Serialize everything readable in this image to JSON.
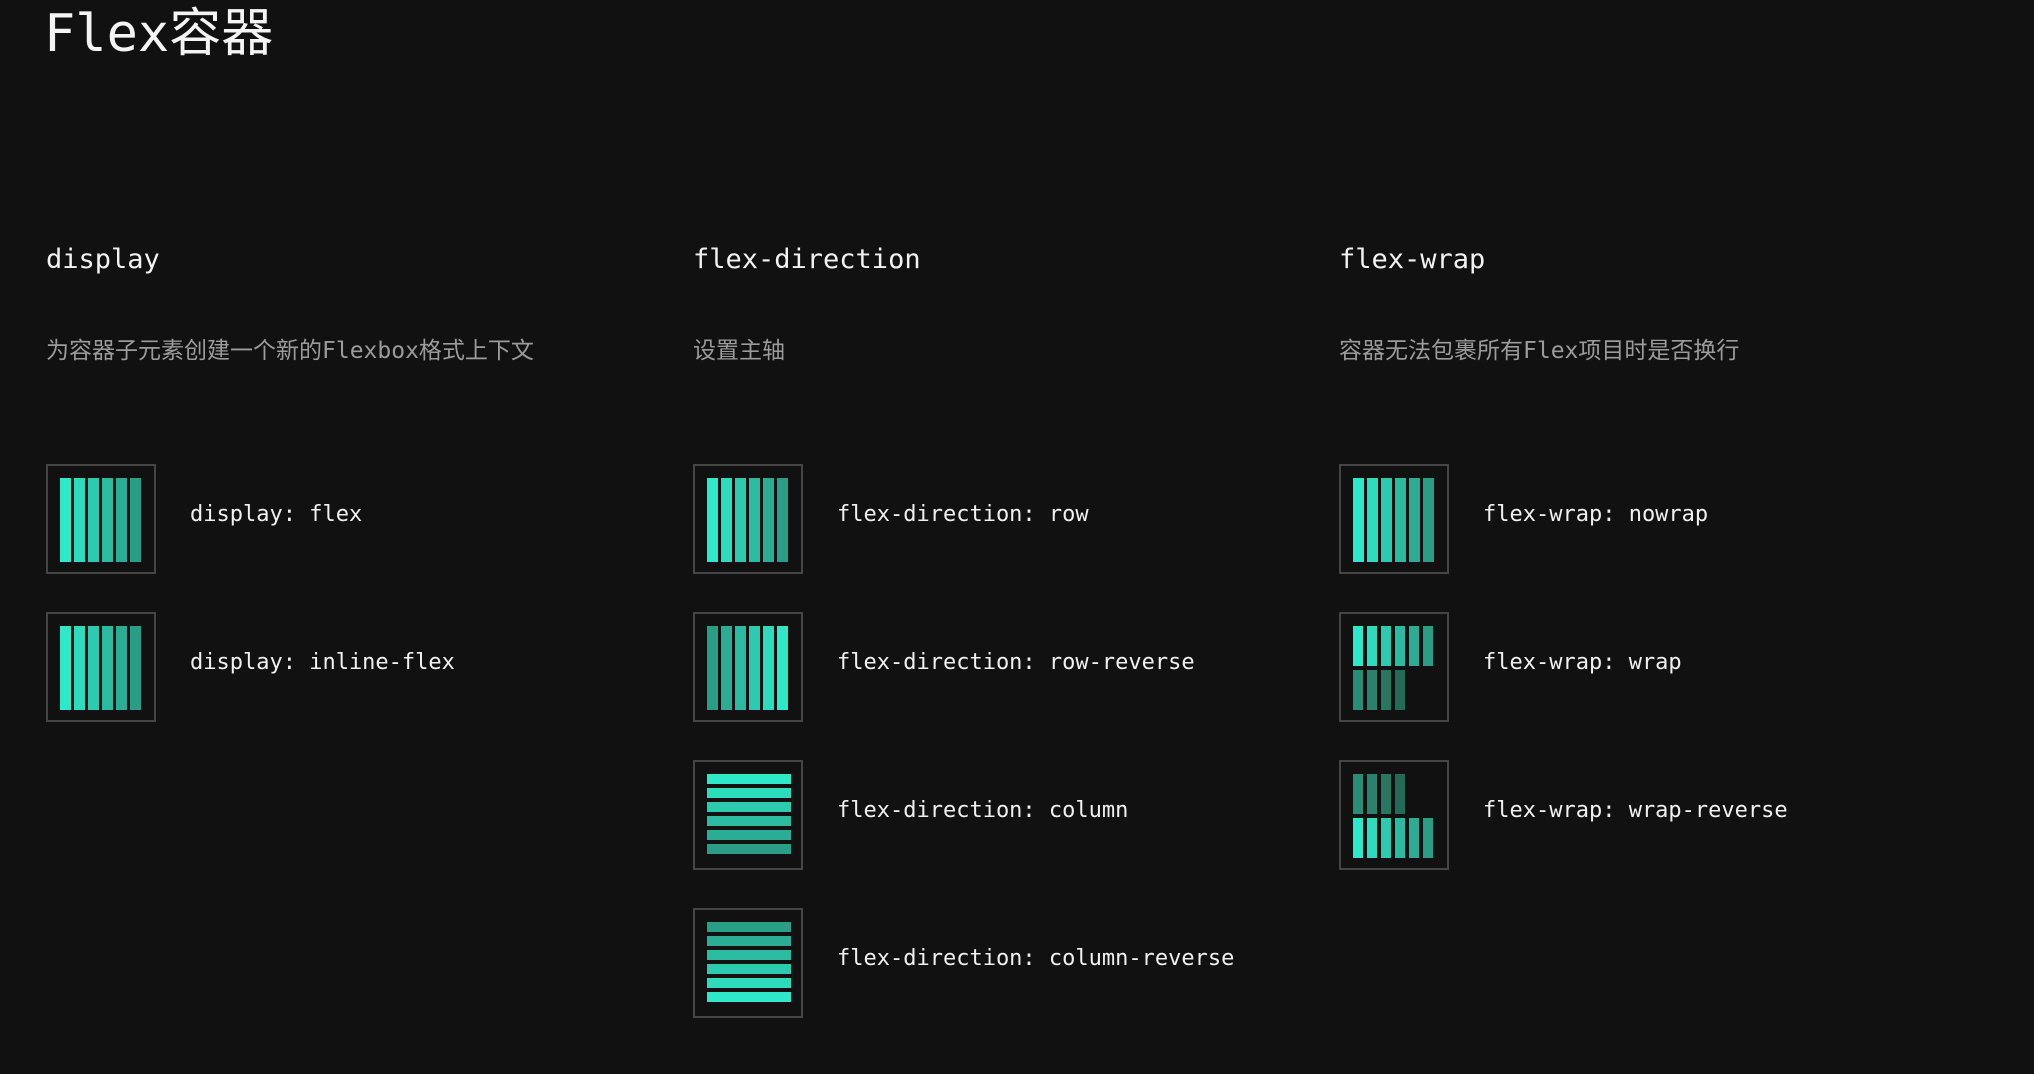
{
  "page": {
    "title": "Flex容器"
  },
  "colors": {
    "background": "#111111",
    "box_border": "#454545",
    "bar_shades": [
      "#2ee9c9",
      "#2cdcbd",
      "#2ccbaf",
      "#2bbba1",
      "#2aad94",
      "#2a9d86"
    ],
    "bar_shades_dim": [
      "#2a8c74",
      "#2a826d",
      "#287763",
      "#256a59"
    ],
    "heading": "#f2f2f2",
    "description": "#9b9b9b"
  },
  "columns": [
    {
      "heading": "display",
      "description": "为容器子元素创建一个新的Flexbox格式上下文",
      "options": [
        {
          "label": "display: flex",
          "icon": "row"
        },
        {
          "label": "display: inline-flex",
          "icon": "row"
        }
      ]
    },
    {
      "heading": "flex-direction",
      "description": "设置主轴",
      "options": [
        {
          "label": "flex-direction: row",
          "icon": "row"
        },
        {
          "label": "flex-direction: row-reverse",
          "icon": "row-reverse"
        },
        {
          "label": "flex-direction: column",
          "icon": "column"
        },
        {
          "label": "flex-direction: column-reverse",
          "icon": "column-reverse"
        }
      ]
    },
    {
      "heading": "flex-wrap",
      "description": "容器无法包裹所有Flex项目时是否换行",
      "options": [
        {
          "label": "flex-wrap: nowrap",
          "icon": "nowrap"
        },
        {
          "label": "flex-wrap: wrap",
          "icon": "wrap"
        },
        {
          "label": "flex-wrap: wrap-reverse",
          "icon": "wrap-reverse"
        }
      ]
    }
  ]
}
